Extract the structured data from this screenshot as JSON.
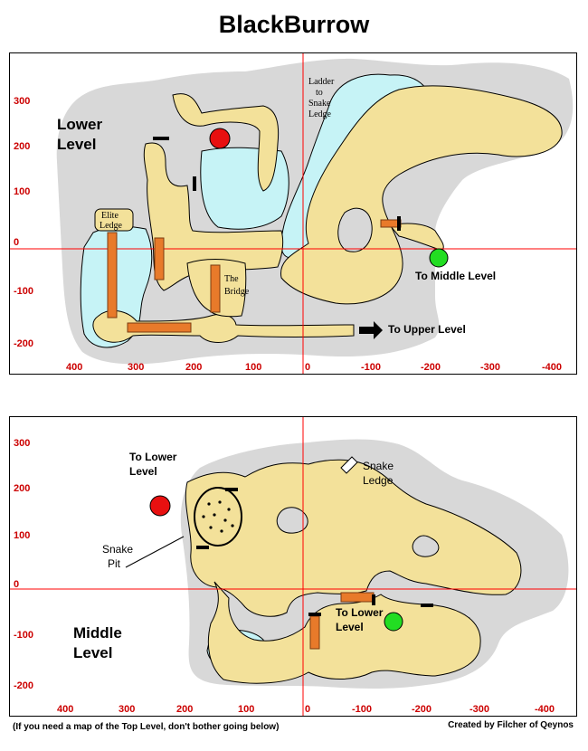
{
  "title": "BlackBurrow",
  "colors": {
    "rock": "#d8d8d8",
    "tunnel": "#f3e19a",
    "water": "#c6f3f6",
    "outline": "#000000",
    "grid": "#ff0000",
    "tick": "#cc0000",
    "ladder": "#e87a2a",
    "zone_red": "#e81010",
    "zone_green": "#22dd22",
    "light_floor": "#f7f0d6"
  },
  "lower_map": {
    "level_label": [
      "Lower",
      "Level"
    ],
    "y_ticks": [
      "300",
      "200",
      "100",
      "0",
      "-100",
      "-200"
    ],
    "x_ticks": [
      "400",
      "300",
      "200",
      "100",
      "0",
      "-100",
      "-200",
      "-300",
      "-400"
    ],
    "labels": {
      "ladder": [
        "Ladder",
        "to",
        "Snake",
        "Ledge"
      ],
      "elite": [
        "Elite",
        "Ledge"
      ],
      "bridge": [
        "The",
        "Bridge"
      ],
      "to_middle": "To Middle Level",
      "to_upper": "To Upper Level"
    },
    "icons": [
      "red-zone-marker-icon",
      "green-zone-marker-icon",
      "arrow-right-icon",
      "ladder-icon"
    ]
  },
  "middle_map": {
    "level_label": [
      "Middle",
      "Level"
    ],
    "y_ticks": [
      "300",
      "200",
      "100",
      "0",
      "-100",
      "-200"
    ],
    "x_ticks": [
      "400",
      "300",
      "200",
      "100",
      "0",
      "-100",
      "-200",
      "-300",
      "-400"
    ],
    "labels": {
      "to_lower_left": [
        "To Lower",
        "Level"
      ],
      "snake_ledge": [
        "Snake",
        "Ledge"
      ],
      "snake_pit": [
        "Snake",
        "Pit"
      ],
      "to_lower_right": [
        "To Lower",
        "Level"
      ]
    },
    "icons": [
      "red-zone-marker-icon",
      "green-zone-marker-icon",
      "ladder-icon"
    ]
  },
  "footer": {
    "note": "(If you need a map of the Top Level, don't bother going below)",
    "credit": "Created by Filcher of Qeynos"
  }
}
